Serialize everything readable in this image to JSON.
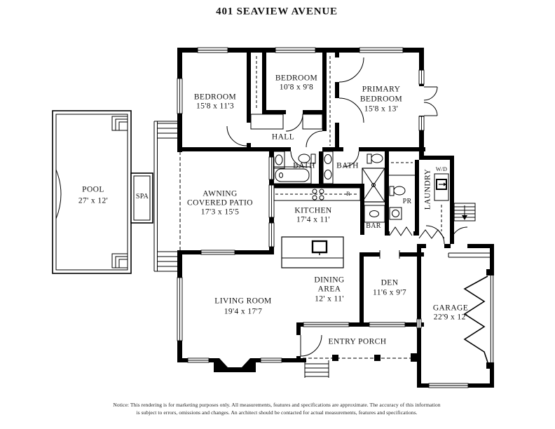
{
  "title": "401 SEAVIEW AVENUE",
  "rooms": {
    "bedroom_left": {
      "name": "BEDROOM",
      "dims": "15'8 x 11'3"
    },
    "bedroom_middle": {
      "name": "BEDROOM",
      "dims": "10'8 x 9'8"
    },
    "primary_bedroom": {
      "name_line1": "PRIMARY",
      "name_line2": "BEDROOM",
      "dims": "15'8 x 13'"
    },
    "hall": {
      "name": "HALL"
    },
    "bath_1": {
      "name": "BATH"
    },
    "bath_2": {
      "name": "BATH"
    },
    "kitchen": {
      "name": "KITCHEN",
      "dims": "17'4 x 11'",
      "range_marker": "R"
    },
    "bar": {
      "name": "BAR"
    },
    "powder_room": {
      "name": "PR"
    },
    "laundry": {
      "name": "LAUNDRY"
    },
    "washer_dryer": {
      "name": "W/D"
    },
    "awning_patio": {
      "name_line1": "AWNING",
      "name_line2": "COVERED PATIO",
      "dims": "17'3 x 15'5"
    },
    "living_room": {
      "name": "LIVING ROOM",
      "dims": "19'4 x 17'7"
    },
    "dining_area": {
      "name_line1": "DINING",
      "name_line2": "AREA",
      "dims": "12' x 11'"
    },
    "den": {
      "name": "DEN",
      "dims": "11'6 x 9'7"
    },
    "garage": {
      "name": "GARAGE",
      "dims": "22'9 x 12'"
    },
    "entry_porch": {
      "name": "ENTRY PORCH"
    },
    "pool": {
      "name": "POOL",
      "dims": "27' x 12'"
    },
    "spa": {
      "name": "SPA"
    }
  },
  "notice": {
    "line1": "Notice: This rendering is for marketing purposes only. All measurements, features and specifications are approximate. The accuracy of this information",
    "line2": "is subject to errors, omissions and changes. An architect should be contacted for actual measurements, features and specifications."
  },
  "colors": {
    "wall": "#000000",
    "background": "#ffffff",
    "text": "#111111"
  }
}
